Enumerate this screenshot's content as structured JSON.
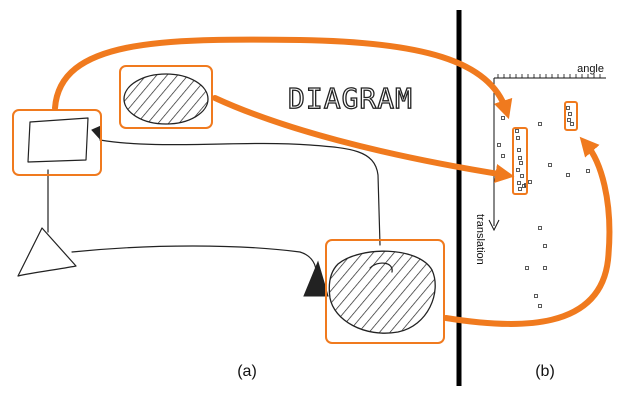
{
  "colors": {
    "accent": "#f07a1e",
    "ink": "#222222",
    "divider": "#000000",
    "background": "#ffffff"
  },
  "sketch": {
    "title_text": "DIAGRAM",
    "panel_label": "(a)"
  },
  "plot": {
    "x_axis_label": "angle",
    "y_axis_label": "translation",
    "panel_label": "(b)"
  }
}
